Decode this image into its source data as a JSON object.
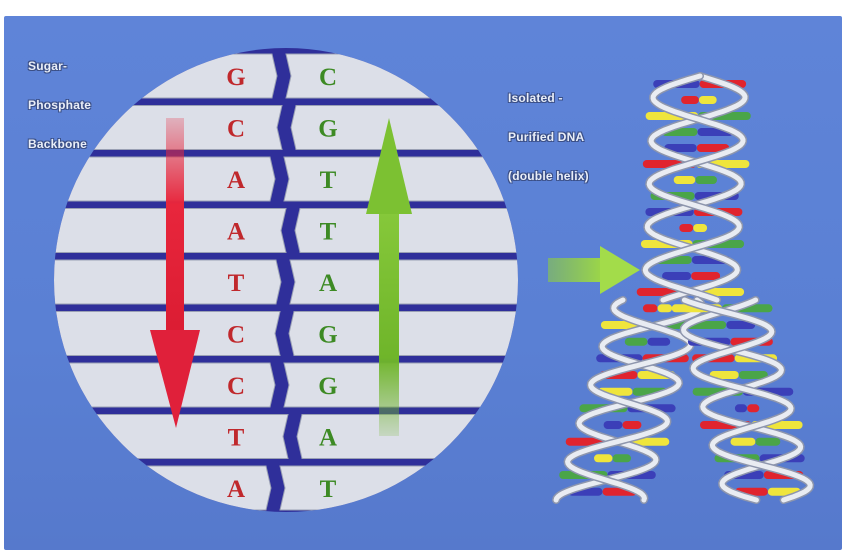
{
  "labels": {
    "backbone": [
      "Sugar-",
      "Phosphate",
      "Backbone"
    ],
    "isolated": [
      "Isolated -",
      "Purified DNA",
      "(double helix)"
    ]
  },
  "strands": {
    "left": [
      "G",
      "C",
      "A",
      "A",
      "T",
      "C",
      "C",
      "T",
      "A"
    ],
    "right": [
      "C",
      "G",
      "T",
      "T",
      "A",
      "G",
      "G",
      "A",
      "T"
    ]
  },
  "colors": {
    "panel": "#5b80d5",
    "circle": "#2f2f9a",
    "plank": "#dcdfe8",
    "left_base_text": "#c0282c",
    "right_base_text": "#3d8a24",
    "arrow_down": "#e8263c",
    "arrow_up": "#6fb52a",
    "pointer_arrow": "#8fcf3a",
    "helix_backbone": "#e9ecf2",
    "rung_colors": [
      "#3b3fb8",
      "#e0242e",
      "#efe53c",
      "#4aa548"
    ]
  },
  "icons": {
    "down_arrow": "red-down-arrow-icon",
    "up_arrow": "green-up-arrow-icon",
    "pointer": "green-right-arrow-icon"
  }
}
